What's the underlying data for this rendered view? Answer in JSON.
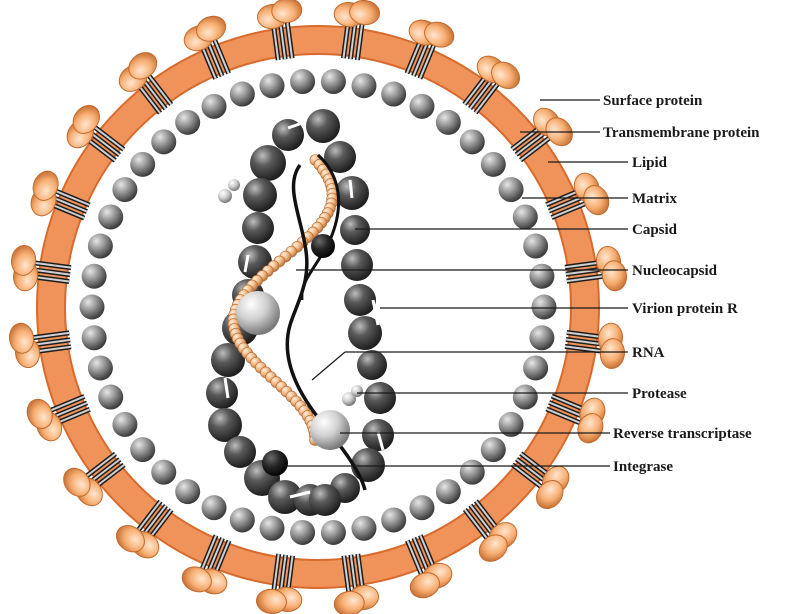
{
  "labels": [
    {
      "key": "surface_protein",
      "text": "Surface protein"
    },
    {
      "key": "transmembrane_protein",
      "text": "Transmembrane protein"
    },
    {
      "key": "lipid",
      "text": "Lipid"
    },
    {
      "key": "matrix",
      "text": "Matrix"
    },
    {
      "key": "capsid",
      "text": "Capsid"
    },
    {
      "key": "nucleocapsid",
      "text": "Nucleocapsid"
    },
    {
      "key": "virion_protein_r",
      "text": "Virion protein R"
    },
    {
      "key": "rna",
      "text": "RNA"
    },
    {
      "key": "protease",
      "text": "Protease"
    },
    {
      "key": "reverse_transcriptase",
      "text": "Reverse transcriptase"
    },
    {
      "key": "integrase",
      "text": "Integrase"
    }
  ],
  "colors": {
    "lipid_band": "#f0935a",
    "lipid_band_edge": "#d86a2c",
    "surface_protein": "#f7b27d",
    "surface_protein_edge": "#c9733a",
    "matrix_sphere": "#8a8a8a",
    "capsid_sphere": "#4a4a4a",
    "nucleocapsid_bead": "#f2bb88",
    "rna_strand": "#111111",
    "enzyme_light": "#d8d8d8",
    "enzyme_dark": "#1c1c1c"
  }
}
